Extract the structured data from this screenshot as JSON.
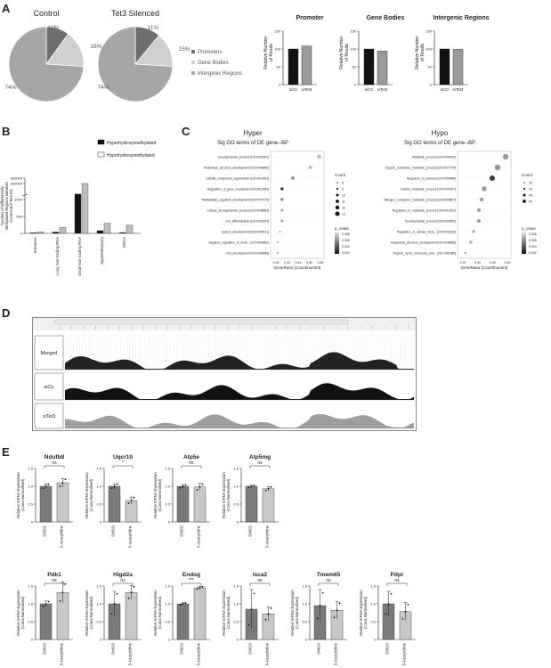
{
  "panels": {
    "a": "A",
    "b": "B",
    "c": "C",
    "d": "D",
    "e": "E"
  },
  "colors": {
    "black": "#111111",
    "dark_gray": "#6e6e6e",
    "mid_gray": "#a6a6a6",
    "light_gray": "#cfcfcf",
    "bar_gray": "#9a9a9a",
    "hatch": "#bdbdbd"
  },
  "chart_data": [
    {
      "id": "pie-control",
      "type": "pie",
      "title": "Control",
      "labels": [
        "Promoters",
        "Gene Bodies",
        "Intergenic Regions"
      ],
      "values": [
        10,
        16,
        74
      ],
      "value_labels": [
        "10%",
        "16%",
        "74%"
      ]
    },
    {
      "id": "pie-tet3",
      "type": "pie",
      "title": "Tet3 Silenced",
      "labels": [
        "Promoters",
        "Gene Bodies",
        "Intergenic Regions"
      ],
      "values": [
        11,
        15,
        74
      ],
      "value_labels": [
        "11%",
        "15%",
        "74%"
      ],
      "legend": [
        "Promoters",
        "Gene Bodies",
        "Intergenic Regions"
      ]
    },
    {
      "id": "bar-promoter",
      "type": "bar",
      "title": "Promoter",
      "ylabel": "Relative Number of Reads",
      "categories": [
        "siCtr",
        "siTet3"
      ],
      "values": [
        100,
        108
      ],
      "ylim": [
        0,
        150
      ]
    },
    {
      "id": "bar-genebodies",
      "type": "bar",
      "title": "Gene Bodies",
      "ylabel": "Relative Number of Reads",
      "categories": [
        "siCtr",
        "siTet3"
      ],
      "values": [
        100,
        94
      ],
      "ylim": [
        0,
        150
      ]
    },
    {
      "id": "bar-intergenic",
      "type": "bar",
      "title": "Intergenic Regions",
      "ylabel": "Relative Number of Reads",
      "categories": [
        "siCtr",
        "siTet3"
      ],
      "values": [
        100,
        99
      ],
      "ylim": [
        0,
        150
      ]
    },
    {
      "id": "bar-b",
      "type": "bar",
      "ylabel": "Number of Differentially Methylated Regions Between Control and Tet3 KD",
      "yticks": [
        "300000",
        "200000",
        "1000",
        "500",
        "0"
      ],
      "categories": [
        "Enhancer",
        "Long Non-Coding RNA",
        "Small Non-Coding RNA",
        "Superenhancers",
        "mRNA"
      ],
      "legend": [
        "Hyperhydroxymethylated",
        "Hypohydroxymethylated"
      ],
      "series": [
        {
          "name": "Hyperhydroxymethylated",
          "values": [
            20,
            40,
            3000,
            80,
            25
          ]
        },
        {
          "name": "Hypohydroxymethylated",
          "values": [
            45,
            180,
            200000,
            300,
            240
          ]
        }
      ]
    },
    {
      "id": "dot-hyper",
      "type": "scatter",
      "title": "Hyper",
      "subtitle": "Sig GO terms of DE gene--BP",
      "xlabel": "GeneRatio (Count/numInt)",
      "xticks": [
        "0.05",
        "0.40",
        "0.45",
        "0.50",
        "0.55"
      ],
      "terms": [
        "Developmental_process [GO:0032502]",
        "Anatomical_structure_development [GO:0048856]",
        "Cellular_component_organization [GO:0016043]",
        "Regulation_of_gene_expression [GO:0010468]",
        "Multicellular_organism_development [GO:0007275]",
        "Cellular_developmental_process [GO:0048869]",
        "Cell_differentiation [GO:0030154]",
        "System_development [GO:0048731]",
        "Negative_regulation_of_meta... [GO:0009892]",
        "Cell_development [GO:0048468]"
      ],
      "x": [
        0.57,
        0.53,
        0.45,
        0.4,
        0.4,
        0.4,
        0.4,
        0.39,
        0.38,
        0.38
      ],
      "size": [
        13,
        12,
        11,
        10,
        10,
        9,
        9,
        8,
        8,
        8
      ],
      "pvalue": [
        0.008,
        0.008,
        0.006,
        0.001,
        0.005,
        0.006,
        0.006,
        0.008,
        0.008,
        0.008
      ],
      "legend_size_title": "Count",
      "legend_size": [
        "8",
        "9",
        "10",
        "11",
        "12",
        "13"
      ],
      "legend_color_title": "p_value",
      "legend_color": [
        "0.008",
        "0.006",
        "0.004",
        "0.002"
      ]
    },
    {
      "id": "dot-hypo",
      "type": "scatter",
      "title": "Hypo",
      "subtitle": "Sig GO terms of DE gene--BP",
      "xlabel": "GeneRatio (Count/numInt)",
      "xticks": [
        "0.30",
        "0.40",
        "0.45",
        "0.50"
      ],
      "terms": [
        "Metabolic_process [GO:0008152]",
        "Organic_substance_metabolic_process [GO:0071704]",
        "Response_to_stimulus [GO:0050896]",
        "Cellular_metabolic_process [GO:0044237]",
        "Nitrogen_compound_metabolic_process [GO:0006807]",
        "Regulation_of_metabolic_process [GO:0019222]",
        "Developmental_process [GO:0032502]",
        "Regulation_of_cellular_meta... [GO:0031323]",
        "Anatomical_structure_development [GO:0048856]",
        "Organic_cyclic_compound_met... [GO:1901360]"
      ],
      "x": [
        0.5,
        0.47,
        0.45,
        0.42,
        0.41,
        0.4,
        0.4,
        0.38,
        0.37,
        0.35
      ],
      "size": [
        55,
        52,
        50,
        48,
        46,
        45,
        45,
        44,
        44,
        42
      ],
      "pvalue": [
        0.006,
        0.006,
        0.001,
        0.006,
        0.006,
        0.006,
        0.006,
        0.007,
        0.007,
        0.007
      ],
      "legend_size_title": "Count",
      "legend_size": [
        "35",
        "40",
        "45",
        "50"
      ],
      "legend_color_title": "p_value",
      "legend_color": [
        "0.008",
        "0.006",
        "0.004",
        "0.002"
      ]
    }
  ],
  "tracks": {
    "labels": [
      "Merged",
      "siCtr",
      "siTet3"
    ]
  },
  "bars_e": {
    "ylabel": "Relative mRNA Expression (Cana Normalised)",
    "categories": [
      "DMSO",
      "5-Azacytidine"
    ],
    "ylim": [
      0,
      1.5
    ],
    "yticks": [
      "0",
      "0.5",
      "1.0",
      "1.5"
    ],
    "genes": [
      {
        "name": "Ndufb8",
        "values": [
          1.0,
          1.1
        ],
        "err": [
          0.07,
          0.12
        ],
        "sig": "ns"
      },
      {
        "name": "Uqcr10",
        "values": [
          1.0,
          0.6
        ],
        "err": [
          0.07,
          0.1
        ],
        "sig": "*"
      },
      {
        "name": "Atp5e",
        "values": [
          1.0,
          0.98
        ],
        "err": [
          0.05,
          0.1
        ],
        "sig": "ns"
      },
      {
        "name": "Atp5mg",
        "values": [
          1.0,
          0.93
        ],
        "err": [
          0.03,
          0.06
        ],
        "sig": "ns"
      },
      {
        "name": "Pdk1",
        "values": [
          1.0,
          1.32
        ],
        "err": [
          0.08,
          0.3
        ],
        "sig": "ns"
      },
      {
        "name": "Higd2a",
        "values": [
          1.0,
          1.32
        ],
        "err": [
          0.35,
          0.2
        ],
        "sig": "ns"
      },
      {
        "name": "Endog",
        "values": [
          1.0,
          1.45
        ],
        "err": [
          0.03,
          0.04
        ],
        "sig": "***"
      },
      {
        "name": "Isca2",
        "values": [
          0.85,
          0.72
        ],
        "err": [
          0.55,
          0.2
        ],
        "sig": "ns"
      },
      {
        "name": "Tmem65",
        "values": [
          0.95,
          0.82
        ],
        "err": [
          0.45,
          0.25
        ],
        "sig": "ns"
      },
      {
        "name": "Pdpr",
        "values": [
          1.0,
          0.78
        ],
        "err": [
          0.35,
          0.25
        ],
        "sig": "ns"
      }
    ]
  }
}
